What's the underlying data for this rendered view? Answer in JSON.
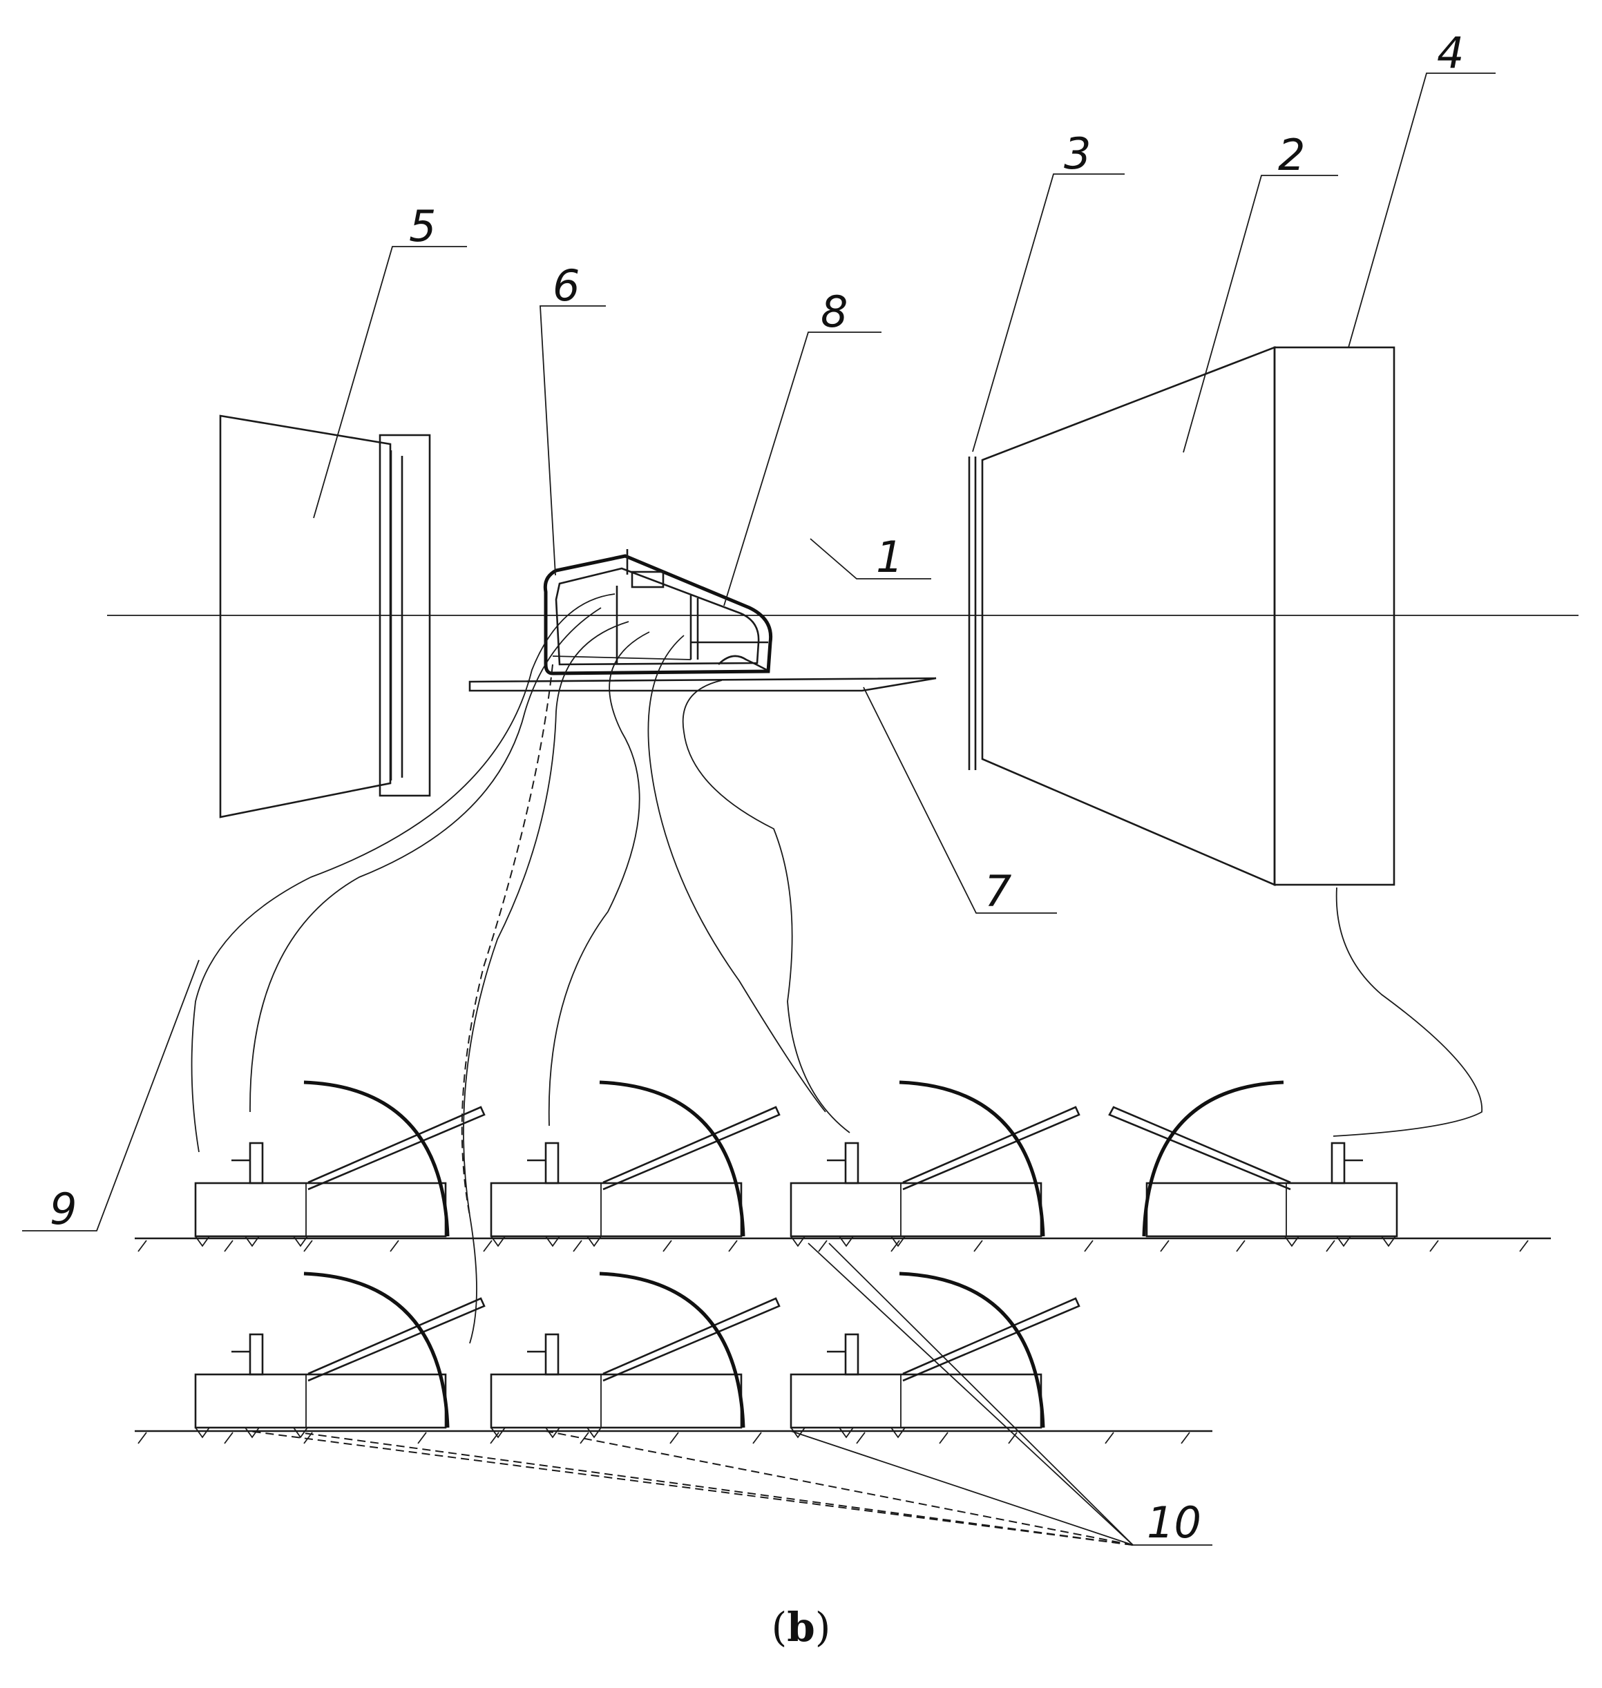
{
  "figure": {
    "caption_open": "(",
    "caption_letter": "b",
    "caption_close": ")"
  },
  "callouts": [
    {
      "id": "1",
      "label": "1"
    },
    {
      "id": "2",
      "label": "2"
    },
    {
      "id": "3",
      "label": "3"
    },
    {
      "id": "4",
      "label": "4"
    },
    {
      "id": "5",
      "label": "5"
    },
    {
      "id": "6",
      "label": "6"
    },
    {
      "id": "7",
      "label": "7"
    },
    {
      "id": "8",
      "label": "8"
    },
    {
      "id": "9",
      "label": "9"
    },
    {
      "id": "10",
      "label": "10"
    }
  ]
}
